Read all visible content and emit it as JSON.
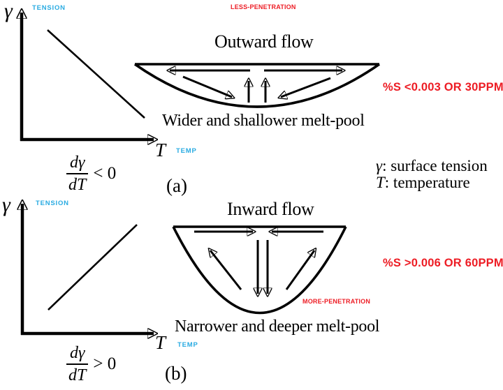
{
  "colors": {
    "background": "#FFFFFF",
    "ink": "#000000",
    "accent_blue": "#29ABE2",
    "accent_red": "#ED1C24"
  },
  "panel_a": {
    "graph": {
      "y_symbol": "γ",
      "y_caption": "TENSION",
      "x_symbol": "T",
      "x_caption": "TEMP",
      "slope": "negative"
    },
    "equation": {
      "numerator": "dγ",
      "denominator": "dT",
      "relation": "< 0"
    },
    "penetration_note": "LESS-PENETRATION",
    "flow_title": "Outward flow",
    "pool_caption": "Wider and shallower melt-pool",
    "sulfur_note": "%S <0.003 OR 30PPM",
    "panel_label": "(a)"
  },
  "panel_b": {
    "graph": {
      "y_symbol": "γ",
      "y_caption": "TENSION",
      "x_symbol": "T",
      "x_caption": "TEMP",
      "slope": "positive"
    },
    "equation": {
      "numerator": "dγ",
      "denominator": "dT",
      "relation": "> 0"
    },
    "penetration_note": "MORE-PENETRATION",
    "flow_title": "Inward flow",
    "pool_caption": "Narrower and deeper melt-pool",
    "sulfur_note": "%S >0.006 OR 60PPM",
    "panel_label": "(b)"
  },
  "legend": {
    "gamma_symbol": "γ",
    "gamma_desc": ": surface tension",
    "t_symbol": "T",
    "t_desc": ": temperature"
  }
}
